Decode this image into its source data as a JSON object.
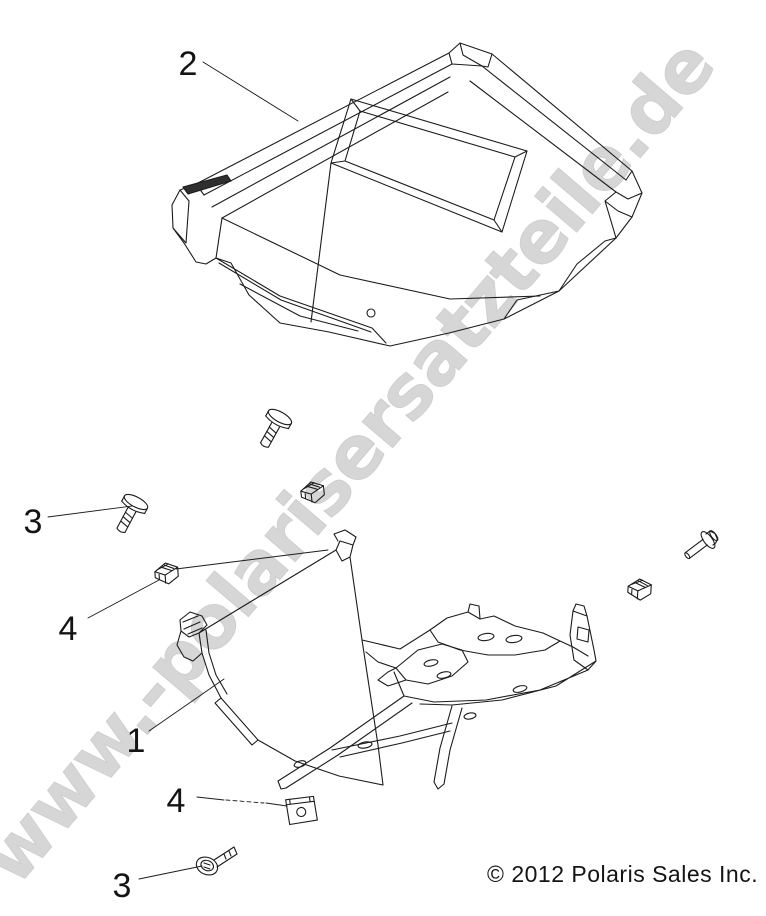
{
  "watermark": {
    "text": "www.-polarisersatzteile.de",
    "color": "#d6d6d6"
  },
  "footer": {
    "copyright": "© 2012 Polaris Sales Inc."
  },
  "callouts": [
    {
      "label": "2",
      "target": "headlight-pod-housing"
    },
    {
      "label": "3",
      "target": "screw-upper-left"
    },
    {
      "label": "4",
      "target": "u-clip-upper-left"
    },
    {
      "label": "1",
      "target": "support-bracket"
    },
    {
      "label": "4",
      "target": "u-clip-bottom"
    },
    {
      "label": "3",
      "target": "screw-bottom"
    }
  ],
  "colors": {
    "line": "#1c1c1c",
    "background": "#ffffff"
  }
}
